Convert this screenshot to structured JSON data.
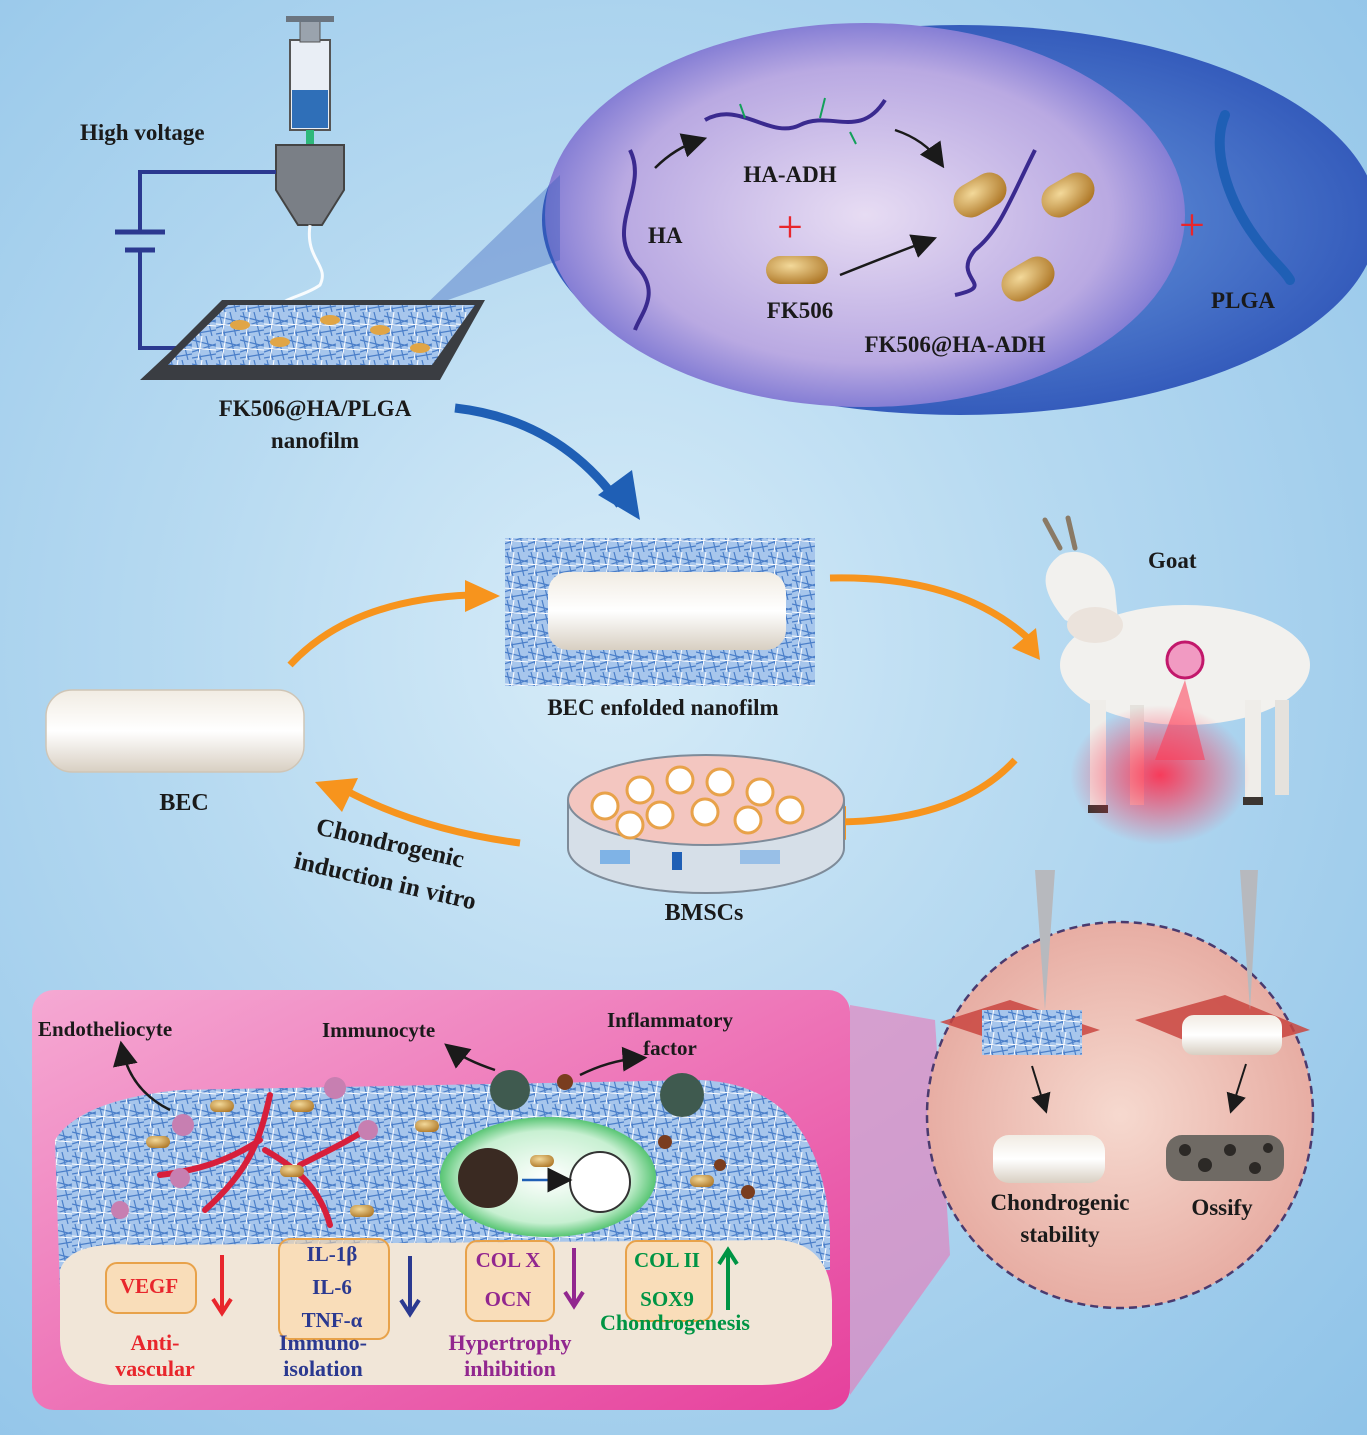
{
  "fabrication": {
    "voltage_label": "High voltage",
    "film_label_line1": "FK506@HA/PLGA",
    "film_label_line2": "nanofilm"
  },
  "synthesis": {
    "ha": "HA",
    "ha_adh": "HA-ADH",
    "fk506": "FK506",
    "complex": "FK506@HA-ADH",
    "plga": "PLGA",
    "plus": "+"
  },
  "cycle": {
    "enfolded": "BEC enfolded nanofilm",
    "goat": "Goat",
    "bec": "BEC",
    "bmscs": "BMSCs",
    "induction_line1": "Chondrogenic",
    "induction_line2": "induction in vitro"
  },
  "outcome": {
    "stability_line1": "Chondrogenic",
    "stability_line2": "stability",
    "ossify": "Ossify"
  },
  "mechanism": {
    "endotheliocyte": "Endotheliocyte",
    "immunocyte": "Immunocyte",
    "inflammatory_line1": "Inflammatory",
    "inflammatory_line2": "factor",
    "markers": [
      {
        "lines": [
          "VEGF"
        ],
        "caption_lines": [
          "Anti-",
          "vascular"
        ],
        "color": "#e8262c",
        "direction": "down"
      },
      {
        "lines": [
          "IL-1β",
          "IL-6",
          "TNF-α"
        ],
        "caption_lines": [
          "Immuno-",
          "isolation"
        ],
        "color": "#2b3990",
        "direction": "down"
      },
      {
        "lines": [
          "COL X",
          "OCN"
        ],
        "caption_lines": [
          "Hypertrophy",
          "inhibition"
        ],
        "color": "#92278f",
        "direction": "down"
      },
      {
        "lines": [
          "COL II",
          "SOX9"
        ],
        "caption_lines": [
          "Chondrogenesis"
        ],
        "color": "#009444",
        "direction": "up"
      }
    ]
  }
}
